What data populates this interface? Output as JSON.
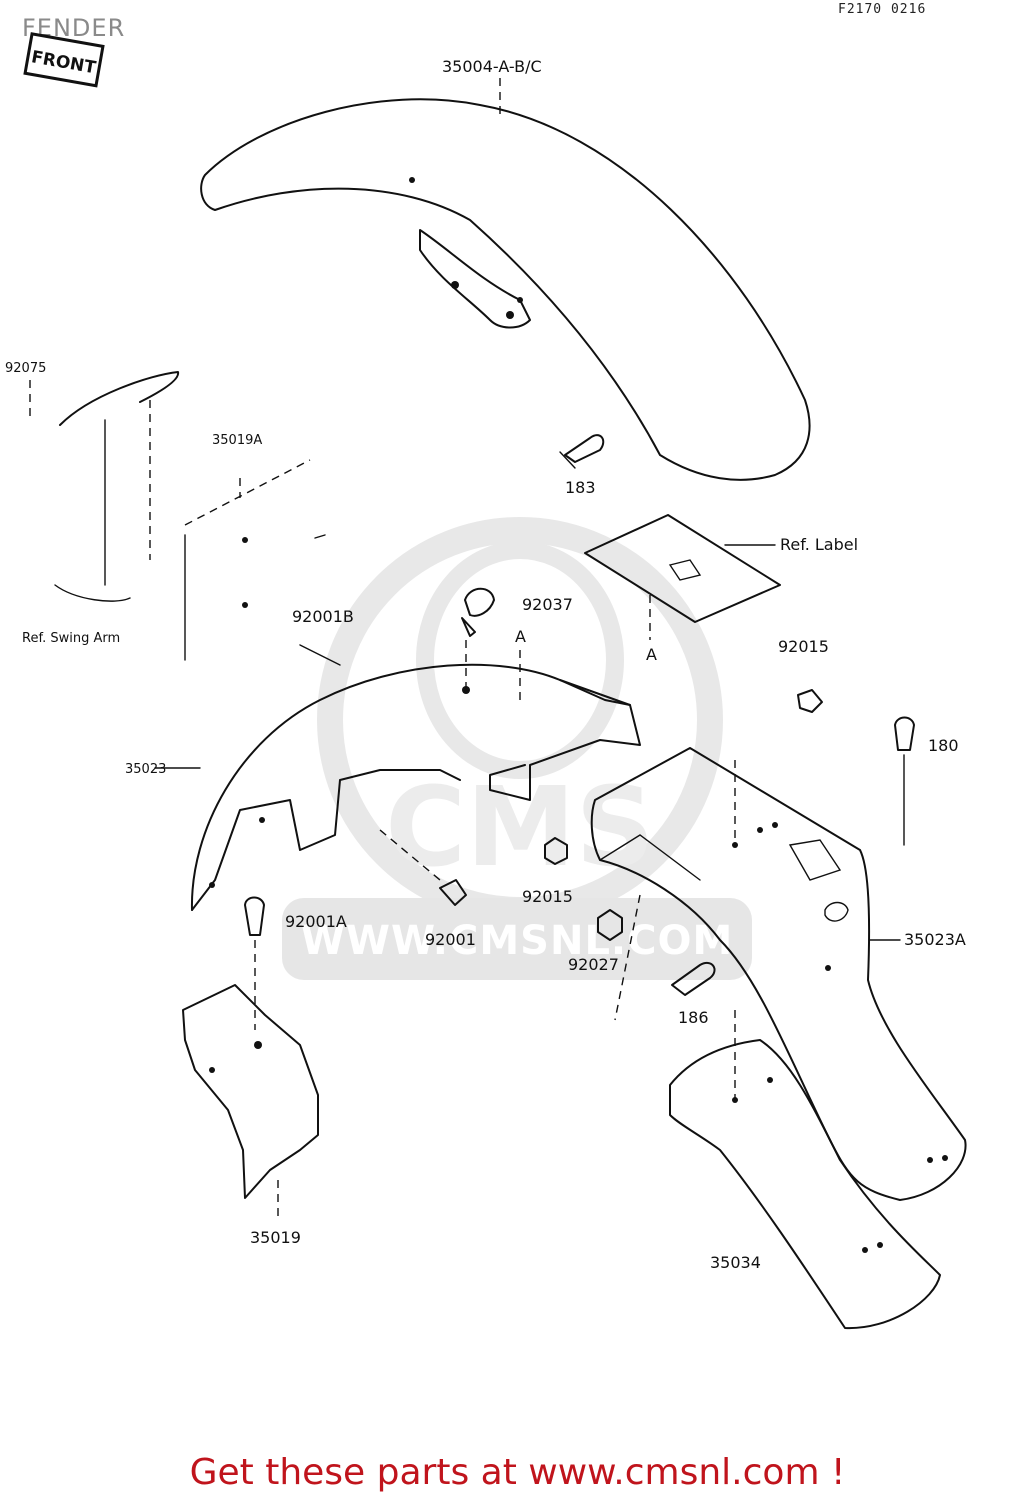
{
  "header": {
    "title": "FENDER",
    "diagram_code": "F2170 0216"
  },
  "badge": {
    "front_label": "FRONT"
  },
  "labels": {
    "front_fender": "35004-A-B/C",
    "bolt_183": "183",
    "ref_label": "Ref. Label",
    "marker_a_top": "A",
    "marker_a_label": "A",
    "part_92075": "92075",
    "part_35019A": "35019A",
    "ref_swing_arm": "Ref. Swing Arm",
    "part_92001B": "92001B",
    "part_92037": "92037",
    "part_92015_top": "92015",
    "part_180": "180",
    "part_35023": "35023",
    "part_92015_mid": "92015",
    "part_92001A": "92001A",
    "part_92001": "92001",
    "part_92027": "92027",
    "part_35023A": "35023A",
    "bolt_186": "186",
    "part_35019": "35019",
    "part_35034": "35034"
  },
  "watermark": {
    "logo_text": "CMS",
    "url_text": "WWW.CMSNL.COM"
  },
  "footer": {
    "link_text": "Get these parts at www.cmsnl.com !"
  },
  "colors": {
    "footer": "#c0141c",
    "line": "#111111",
    "watermark": "#e6e6e6"
  }
}
